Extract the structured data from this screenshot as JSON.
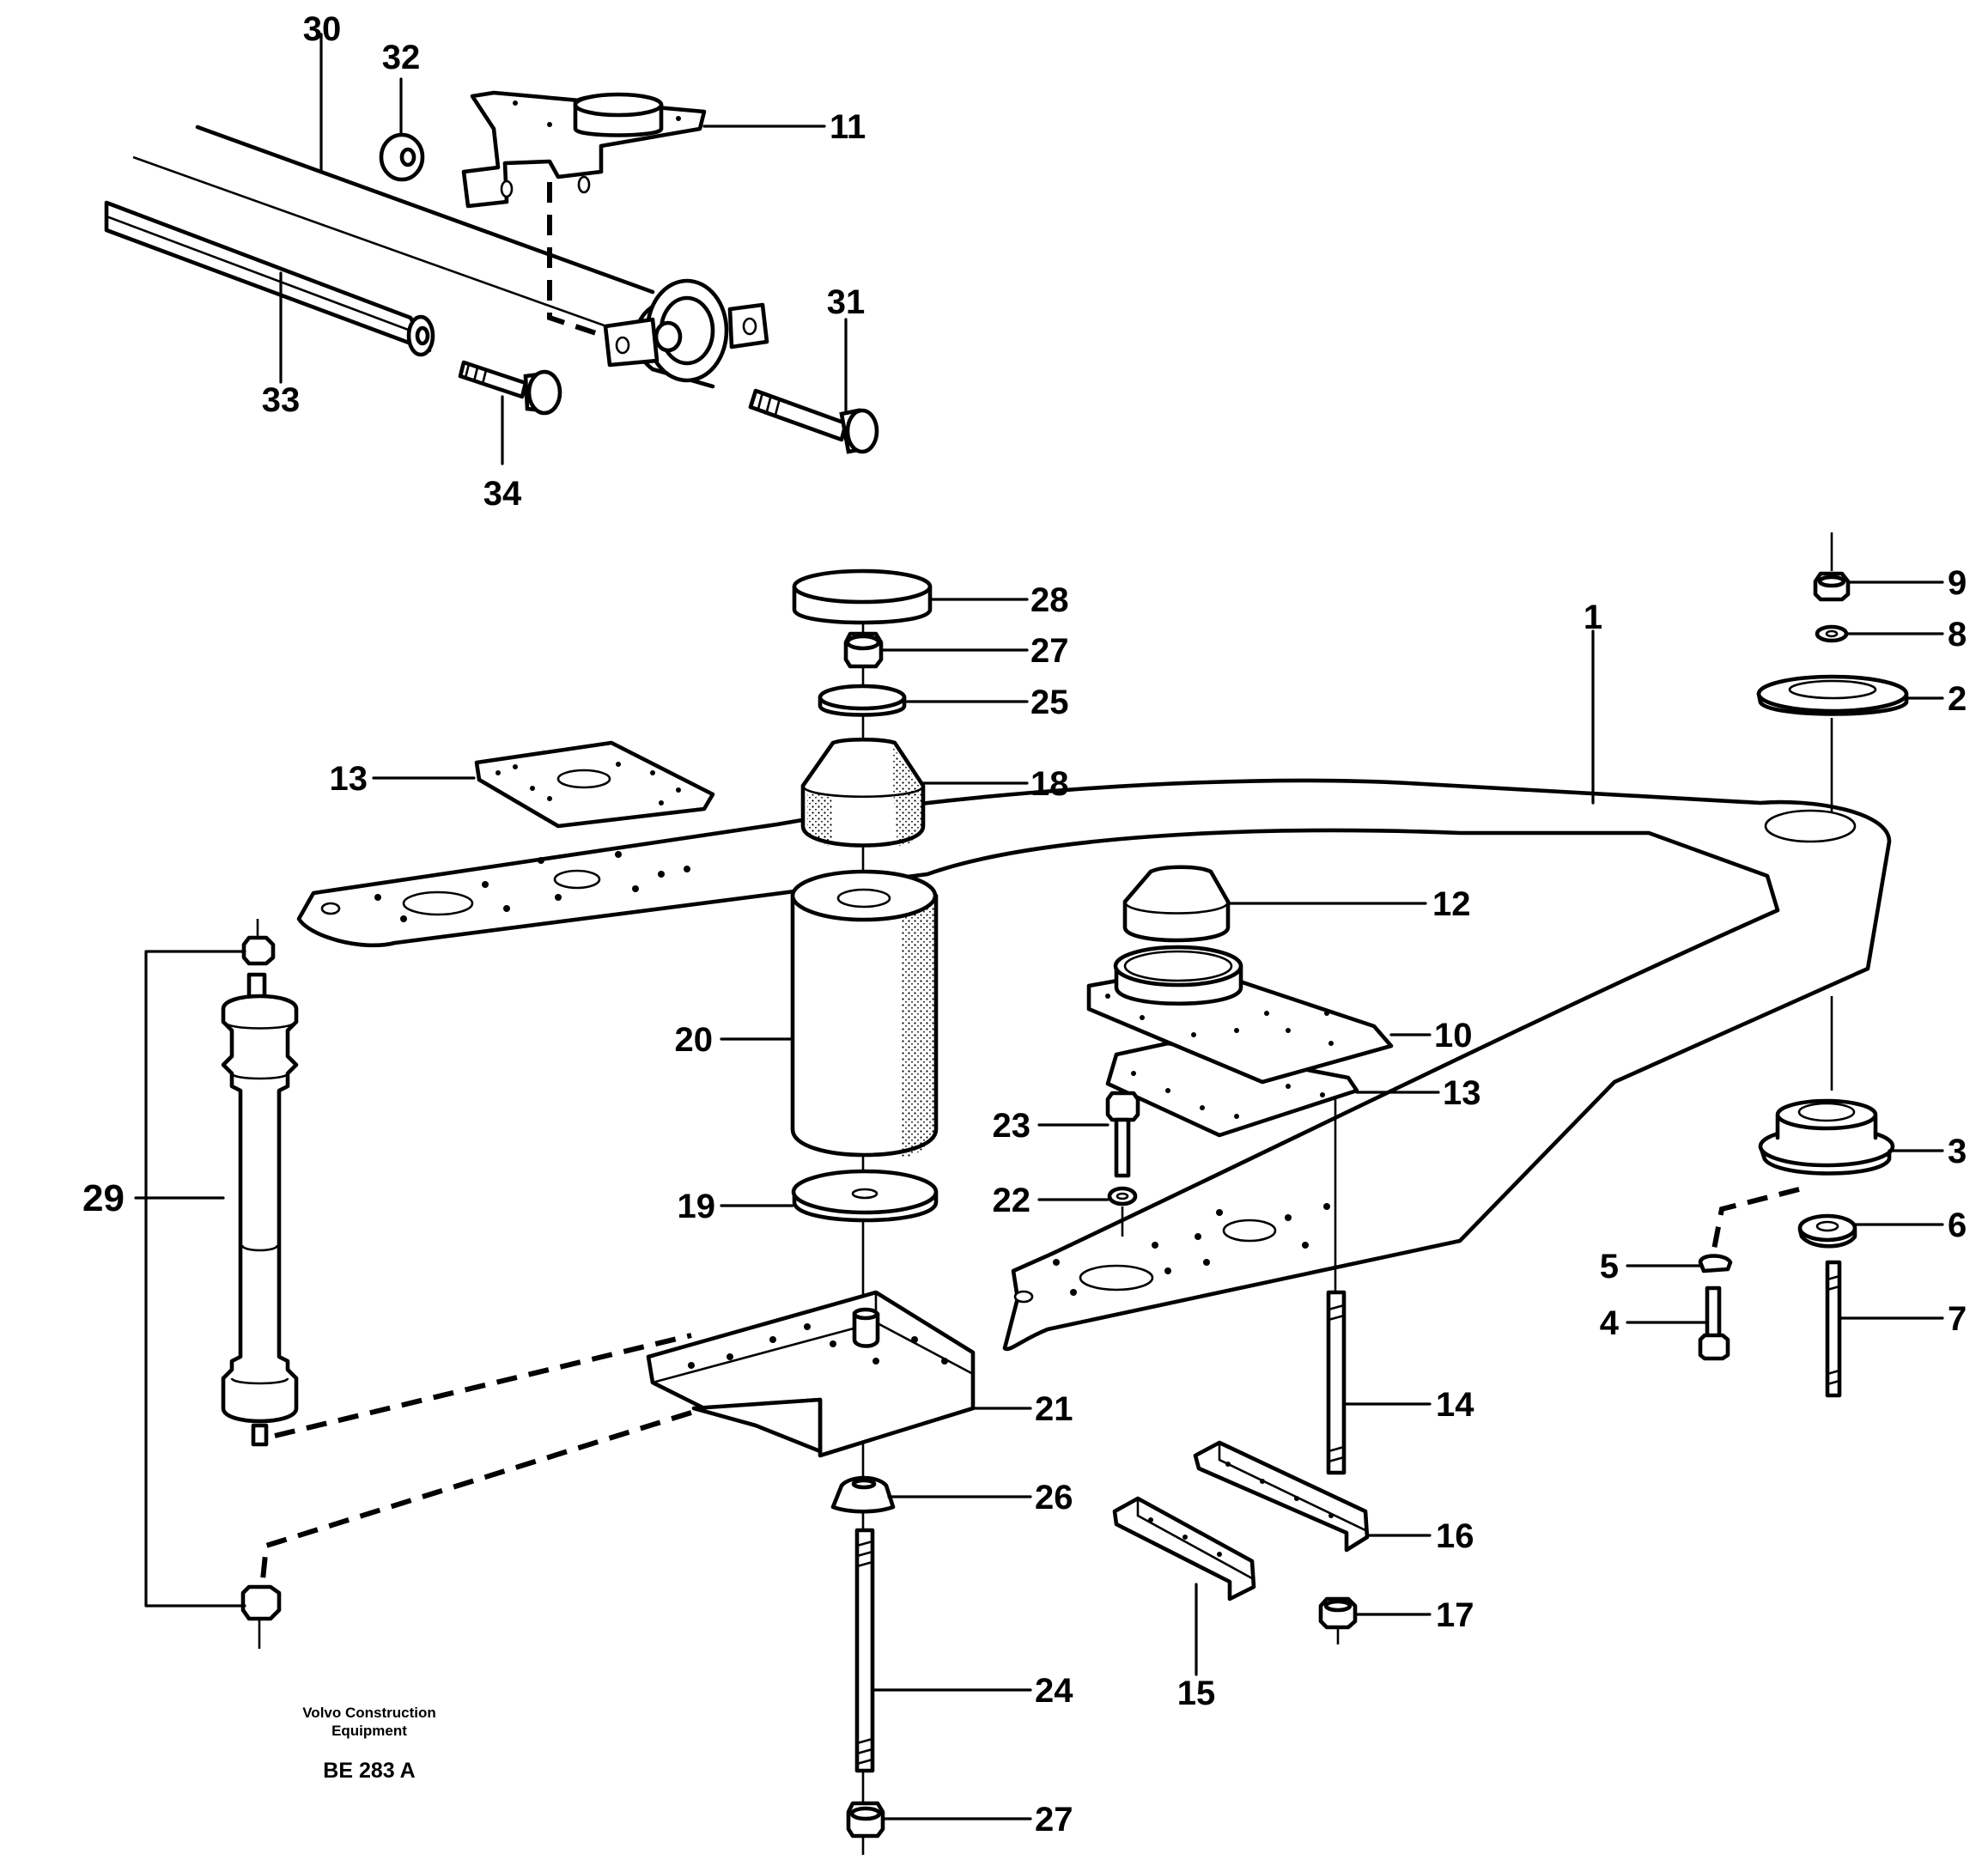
{
  "footer": {
    "company_line1": "Volvo Construction",
    "company_line2": "Equipment",
    "drawing_code": "BE 283 A"
  },
  "callouts": [
    {
      "id": "c30",
      "text": "30"
    },
    {
      "id": "c32",
      "text": "32"
    },
    {
      "id": "c11",
      "text": "11"
    },
    {
      "id": "c31",
      "text": "31"
    },
    {
      "id": "c33",
      "text": "33"
    },
    {
      "id": "c34",
      "text": "34"
    },
    {
      "id": "c28",
      "text": "28"
    },
    {
      "id": "c27a",
      "text": "27"
    },
    {
      "id": "c25",
      "text": "25"
    },
    {
      "id": "c18",
      "text": "18"
    },
    {
      "id": "c13a",
      "text": "13"
    },
    {
      "id": "c1",
      "text": "1"
    },
    {
      "id": "c9",
      "text": "9"
    },
    {
      "id": "c8",
      "text": "8"
    },
    {
      "id": "c2",
      "text": "2"
    },
    {
      "id": "c12",
      "text": "12"
    },
    {
      "id": "c10",
      "text": "10"
    },
    {
      "id": "c13b",
      "text": "13"
    },
    {
      "id": "c20",
      "text": "20"
    },
    {
      "id": "c23",
      "text": "23"
    },
    {
      "id": "c22",
      "text": "22"
    },
    {
      "id": "c19",
      "text": "19"
    },
    {
      "id": "c29",
      "text": "29"
    },
    {
      "id": "c3",
      "text": "3"
    },
    {
      "id": "c6",
      "text": "6"
    },
    {
      "id": "c5",
      "text": "5"
    },
    {
      "id": "c4",
      "text": "4"
    },
    {
      "id": "c7",
      "text": "7"
    },
    {
      "id": "c14",
      "text": "14"
    },
    {
      "id": "c21",
      "text": "21"
    },
    {
      "id": "c26",
      "text": "26"
    },
    {
      "id": "c16",
      "text": "16"
    },
    {
      "id": "c17",
      "text": "17"
    },
    {
      "id": "c15",
      "text": "15"
    },
    {
      "id": "c24",
      "text": "24"
    },
    {
      "id": "c27b",
      "text": "27"
    }
  ]
}
